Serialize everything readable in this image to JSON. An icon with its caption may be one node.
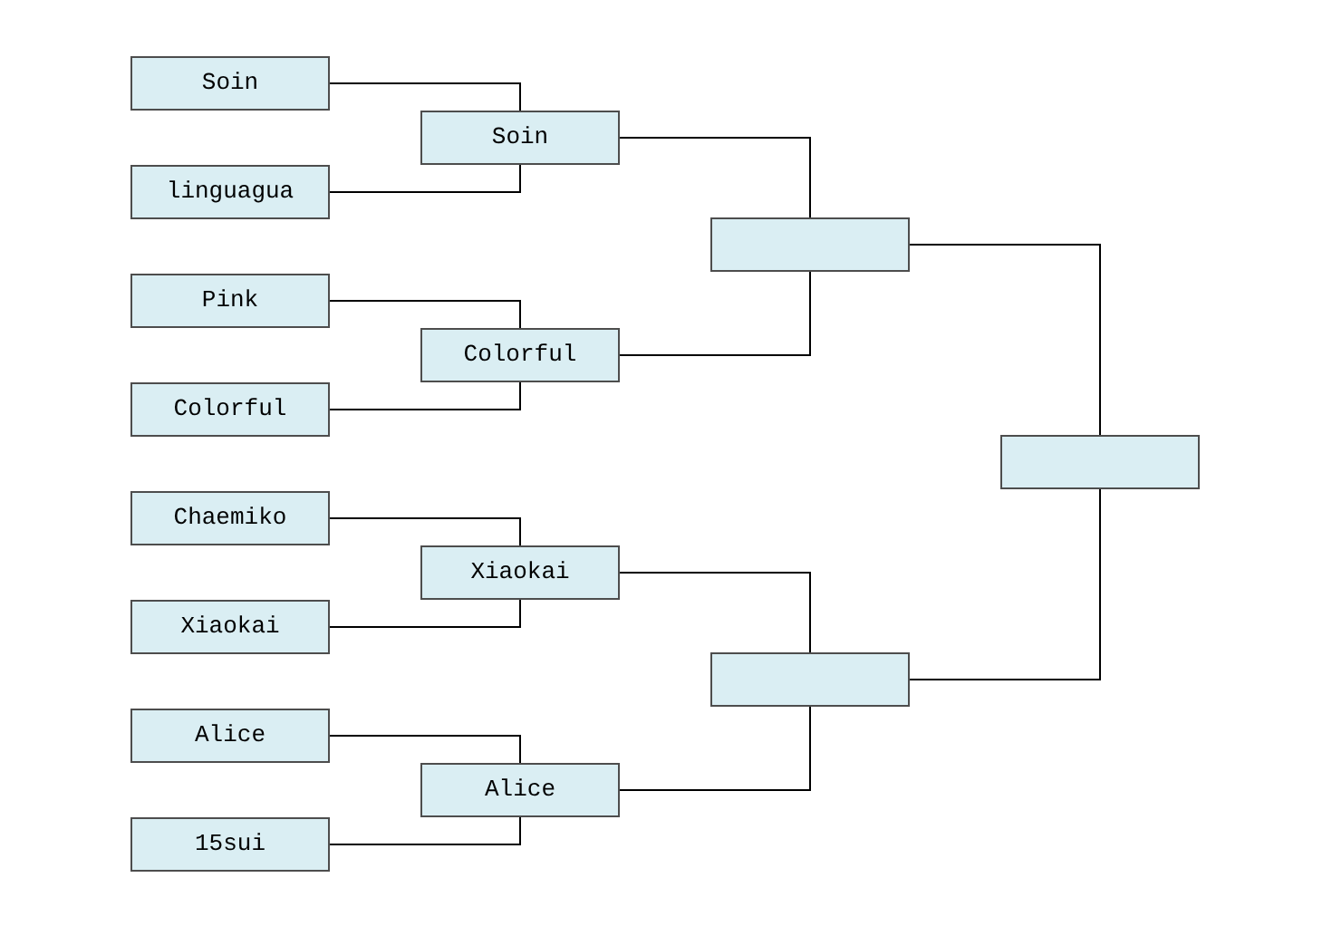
{
  "diagram": {
    "nodes": [
      {
        "text": [
          "Soin"
        ]
      },
      {
        "text": [
          "linguagua"
        ]
      },
      {
        "text": [
          "Pink"
        ]
      },
      {
        "text": [
          "Colorful"
        ]
      },
      {
        "text": [
          "Chaemiko"
        ]
      },
      {
        "text": [
          "Xiaokai"
        ]
      },
      {
        "text": [
          "Alice"
        ]
      },
      {
        "text": [
          "15sui"
        ]
      },
      {
        "text": [
          "Soin"
        ]
      },
      {
        "text": [
          "Colorful"
        ]
      },
      {
        "text": [
          "Xiaokai"
        ]
      },
      {
        "text": [
          "Alice"
        ]
      },
      {
        "text": [],
        "shape": "box"
      },
      {
        "text": [],
        "shape": "box"
      },
      {
        "text": [],
        "shape": "box"
      }
    ],
    "edges": [
      {
        "from": 0,
        "to": 8,
        "arrow": "none"
      },
      {
        "from": 1,
        "to": 8,
        "arrow": "none"
      },
      {
        "from": 2,
        "to": 9,
        "arrow": "none"
      },
      {
        "from": 3,
        "to": 9,
        "arrow": "none"
      },
      {
        "from": 4,
        "to": 10,
        "arrow": "none"
      },
      {
        "from": 5,
        "to": 10,
        "arrow": "none"
      },
      {
        "from": 6,
        "to": 11,
        "arrow": "none"
      },
      {
        "from": 7,
        "to": 11,
        "arrow": "none"
      },
      {
        "from": 8,
        "to": 12,
        "arrow": "none"
      },
      {
        "from": 9,
        "to": 12,
        "arrow": "none"
      },
      {
        "from": 10,
        "to": 13,
        "arrow": "none"
      },
      {
        "from": 11,
        "to": 13,
        "arrow": "none"
      },
      {
        "from": 12,
        "to": 14,
        "arrow": "none"
      },
      {
        "from": 13,
        "to": 14,
        "arrow": "none"
      }
    ]
  }
}
